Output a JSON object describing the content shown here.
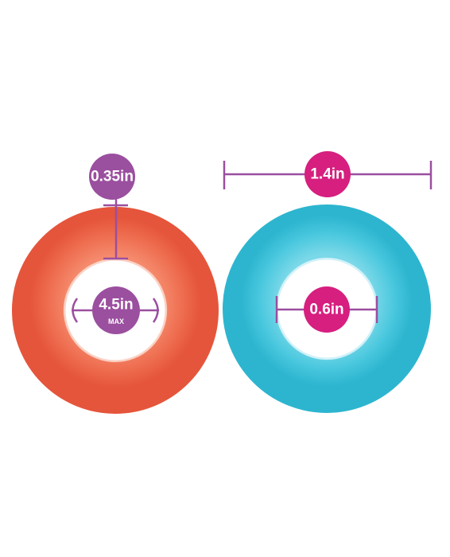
{
  "colors": {
    "background": "#ffffff",
    "orange_ring": "#ef6a4f",
    "blue_ring": "#3ec6dc",
    "purple_accent": "#9b4f9f",
    "magenta_accent": "#d61f7f",
    "label_text": "#ffffff"
  },
  "left_ring": {
    "wall_thickness_label": "0.35in",
    "stretch_diameter_label": "4.5in",
    "stretch_diameter_sub": "MAX"
  },
  "right_ring": {
    "outer_diameter_label": "1.4in",
    "inner_diameter_label": "0.6in"
  }
}
